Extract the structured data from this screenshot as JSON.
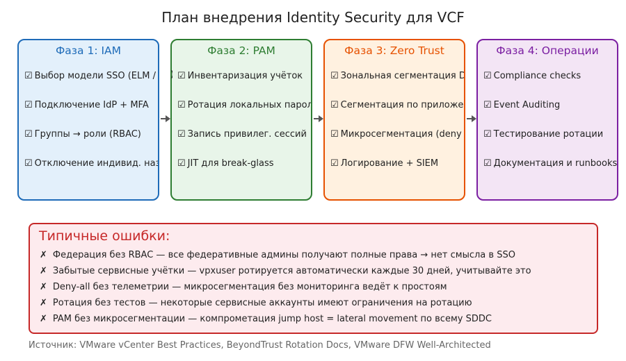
{
  "title": "План внедрения Identity Security для VCF",
  "phases": [
    {
      "title": "Фаза 1: IAM",
      "color": "#1e6bb8",
      "fill": "#e3f0fb",
      "items": [
        "Выбор модели SSO (ELM / Isolated)",
        "Подключение IdP + MFA",
        "Группы → роли (RBAC)",
        "Отключение индивид. назначений"
      ]
    },
    {
      "title": "Фаза 2: PAM",
      "color": "#2e7d32",
      "fill": "#e8f5e9",
      "items": [
        "Инвентаризация учёток",
        "Ротация локальных паролей",
        "Запись привилег. сессий",
        "JIT для break-glass"
      ]
    },
    {
      "title": "Фаза 3: Zero Trust",
      "color": "#e65100",
      "fill": "#fff1e0",
      "items": [
        "Зональная сегментация DFW",
        "Сегментация по приложениям",
        "Микросегментация (deny all)",
        "Логирование + SIEM"
      ]
    },
    {
      "title": "Фаза 4: Операции",
      "color": "#7b1fa2",
      "fill": "#f3e5f5",
      "items": [
        "Compliance checks",
        "Event Auditing",
        "Тестирование ротации",
        "Документация и runbooks"
      ]
    }
  ],
  "check_glyph": "☑",
  "errors": {
    "title": "Типичные ошибки:",
    "cross_glyph": "✗",
    "color": "#c62828",
    "items": [
      "Федерация без RBAC — все федеративные админы получают полные права → нет смысла в SSO",
      "Забытые сервисные учётки — vpxuser ротируется автоматически каждые 30 дней, учитывайте это",
      "Deny-all без телеметрии — микросегментация без мониторинга ведёт к простоям",
      "Ротация без тестов — некоторые сервисные аккаунты имеют ограничения на ротацию",
      "PAM без микросегментации — компрометация jump host = lateral movement по всему SDDC"
    ]
  },
  "source": "Источник: VMware vCenter Best Practices, BeyondTrust Rotation Docs, VMware DFW Well-Architected"
}
